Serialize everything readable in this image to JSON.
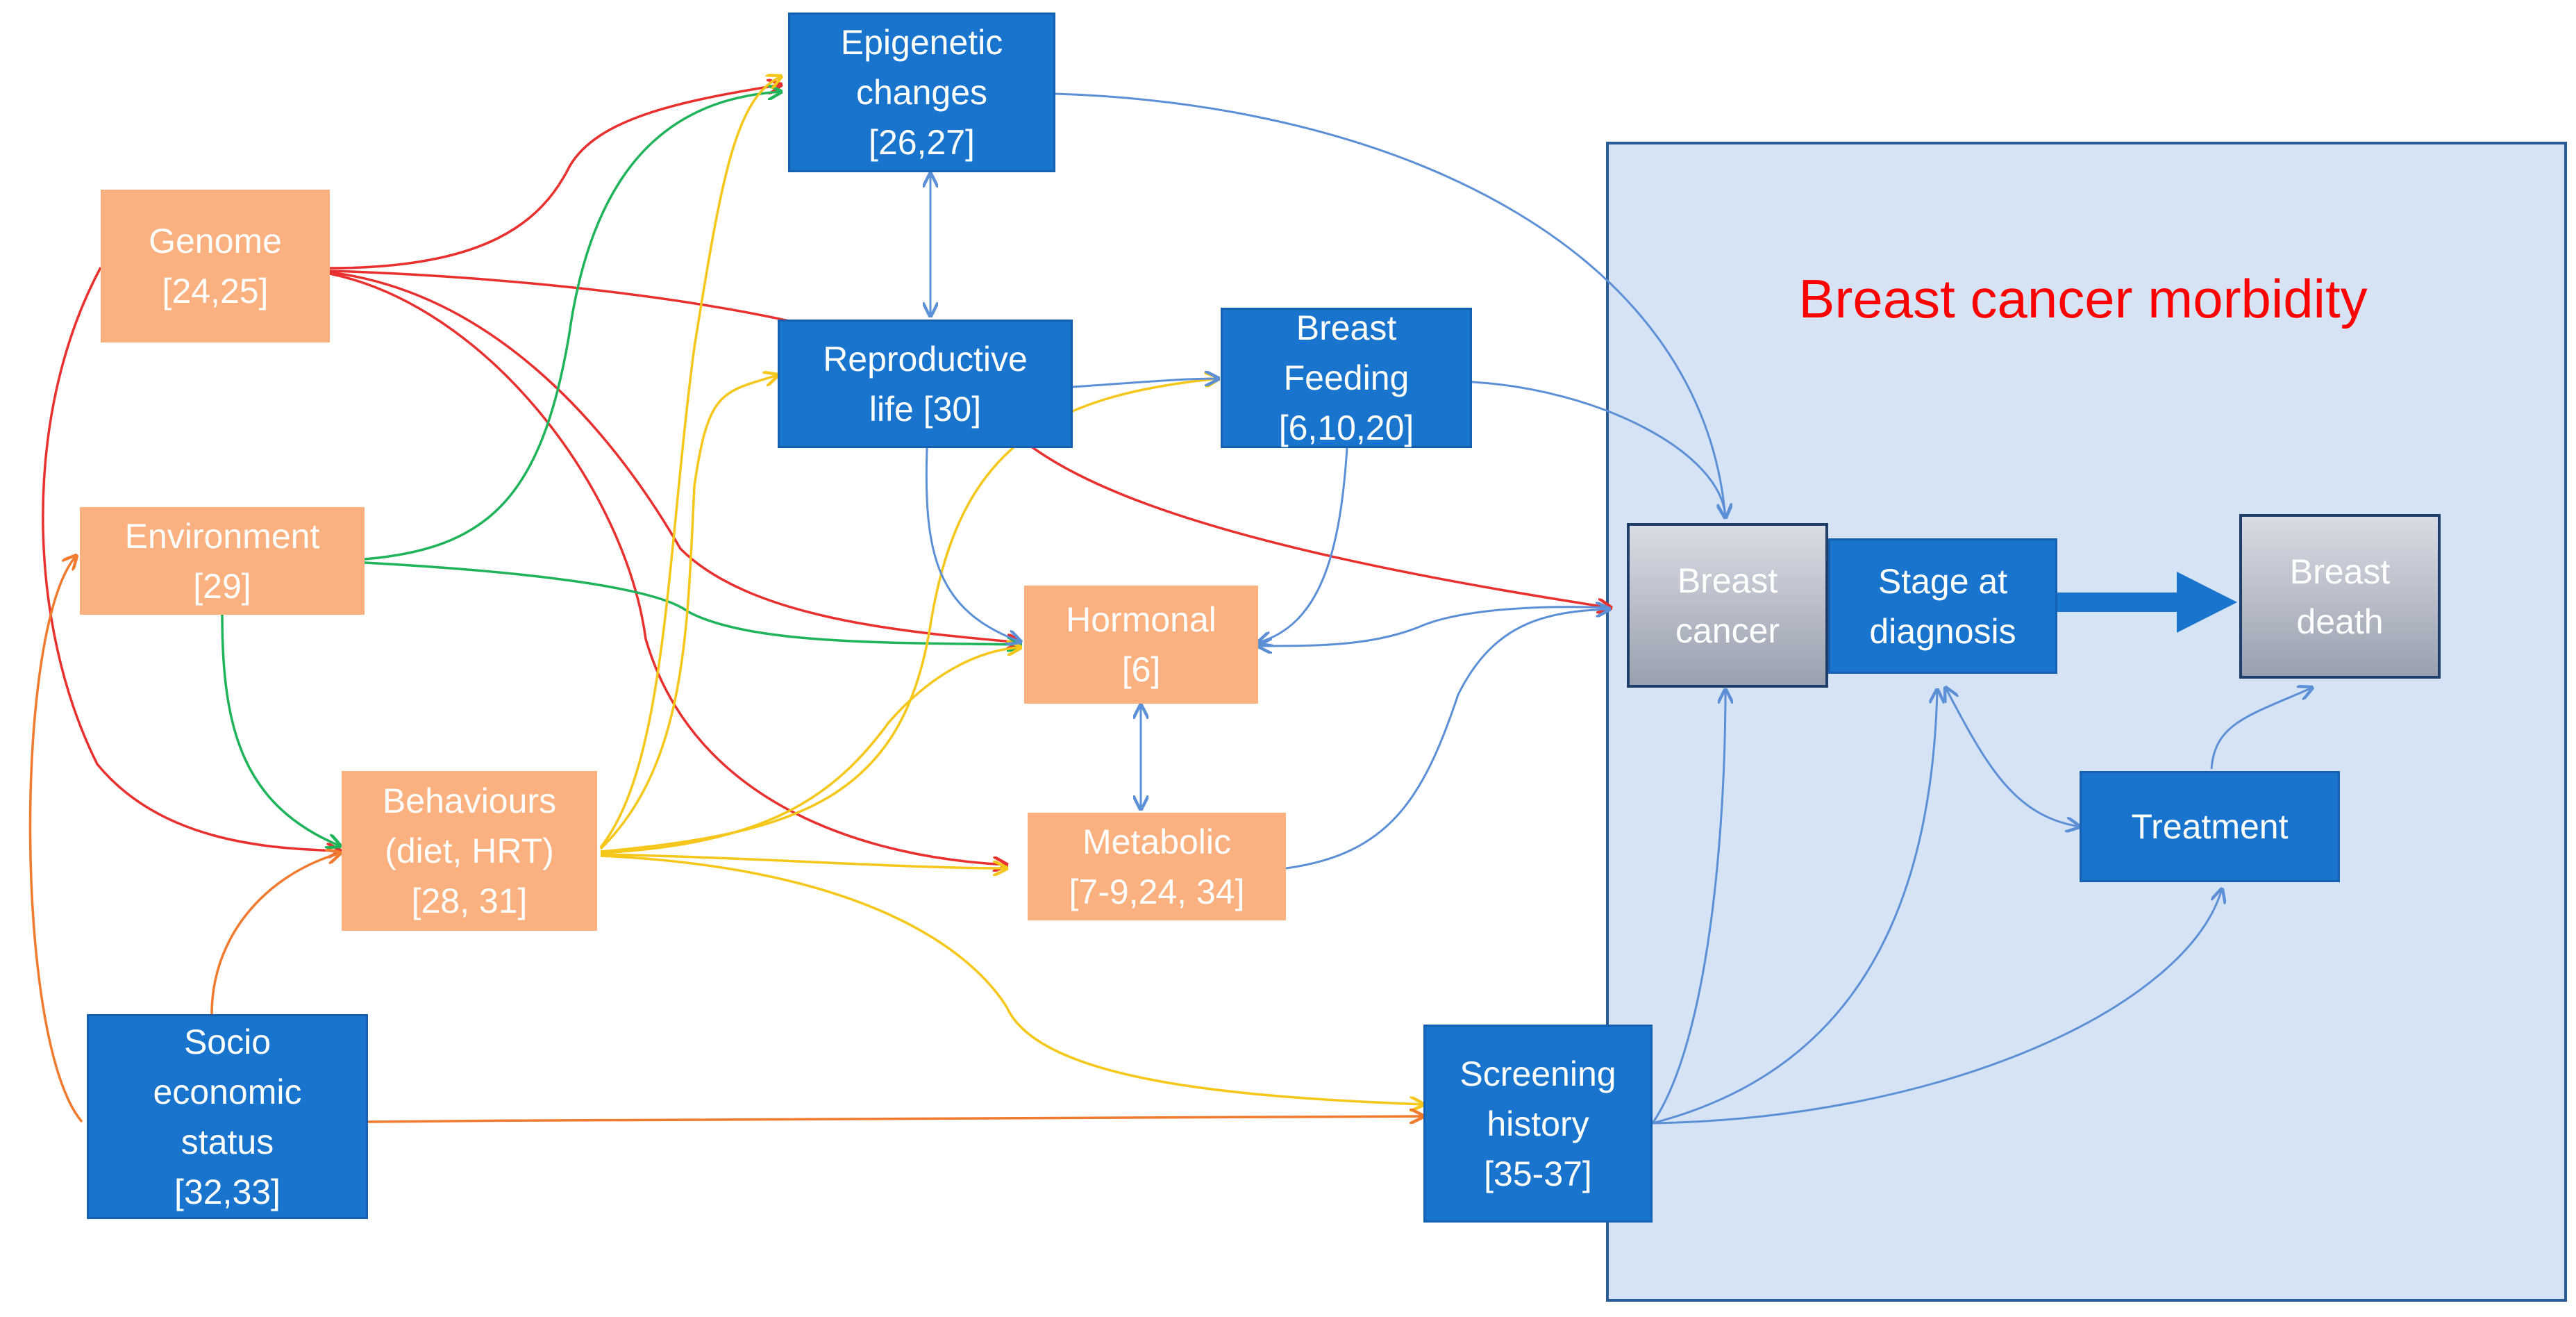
{
  "diagram": {
    "panel_title": "Breast cancer morbidity",
    "nodes": {
      "epigenetic": "Epigenetic\nchanges\n[26,27]",
      "genome": "Genome\n[24,25]",
      "reproductive": "Reproductive\nlife [30]",
      "breastfeeding": "Breast\nFeeding\n[6,10,20]",
      "environment": "Environment\n[29]",
      "hormonal": "Hormonal\n[6]",
      "behaviours": "Behaviours\n(diet, HRT)\n[28, 31]",
      "metabolic": "Metabolic\n[7-9,24, 34]",
      "socio": "Socio\neconomic\nstatus\n[32,33]",
      "screening": "Screening\nhistory\n[35-37]",
      "breast_cancer": "Breast\ncancer",
      "stage": "Stage at\ndiagnosis",
      "breast_death": "Breast\ndeath",
      "treatment": "Treatment"
    },
    "colors": {
      "blue_node": "#1874cd",
      "orange_node": "#fbb17f",
      "panel_fill": "#d6e3f5",
      "title_red": "#ff0000",
      "edge_red": "#e8302f",
      "edge_green": "#1fb35a",
      "edge_yellow": "#f5c71a",
      "edge_orange": "#f07a2e",
      "edge_blue": "#5b8fd6"
    }
  }
}
